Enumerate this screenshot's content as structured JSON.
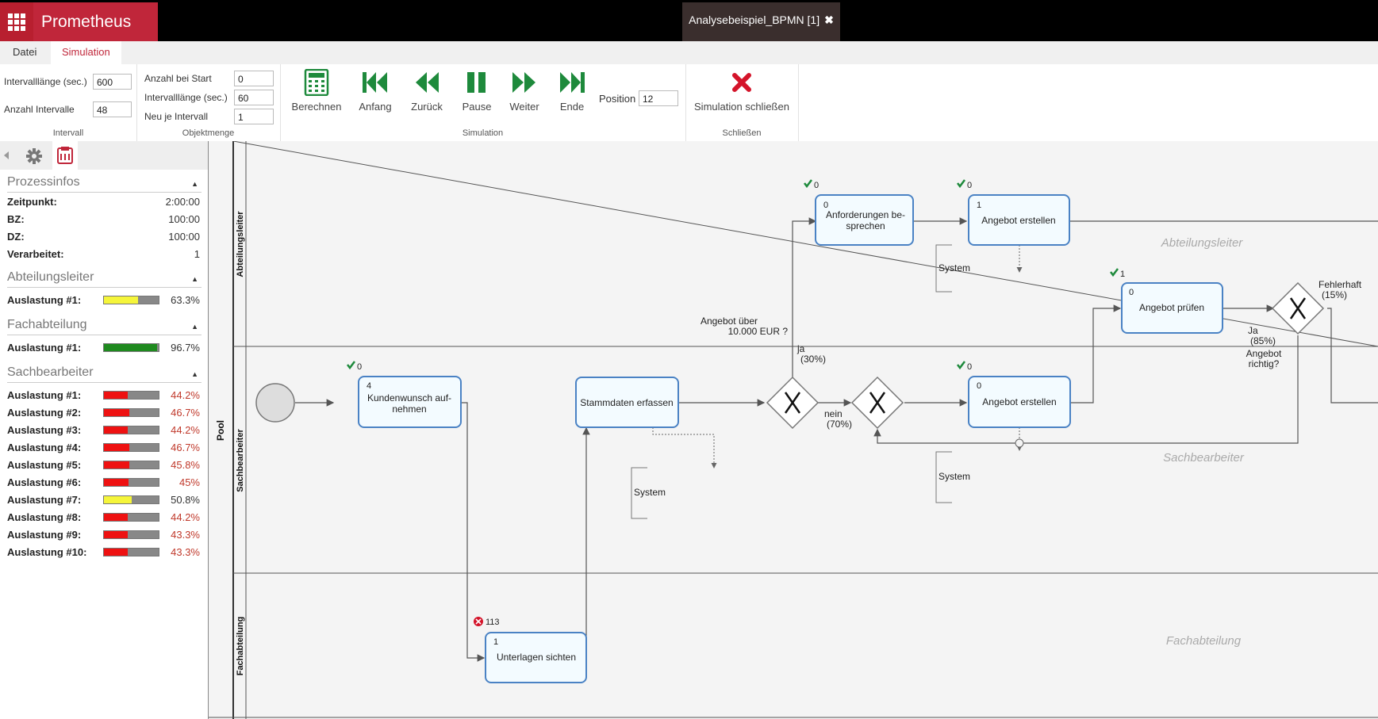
{
  "app": {
    "name": "Prometheus",
    "doc_tab": "Analysebeispiel_BPMN [1]",
    "close_glyph": "✖"
  },
  "menu": {
    "datei": "Datei",
    "simulation": "Simulation"
  },
  "ribbon": {
    "intervall": {
      "group": "Intervall",
      "len_label": "Intervalllänge (sec.)",
      "len_value": "600",
      "count_label": "Anzahl Intervalle",
      "count_value": "48"
    },
    "objektmenge": {
      "group": "Objektmenge",
      "start_label": "Anzahl bei Start",
      "start_value": "0",
      "len_label": "Intervalllänge (sec.)",
      "len_value": "60",
      "new_label": "Neu je Intervall",
      "new_value": "1"
    },
    "simulation": {
      "group": "Simulation",
      "berechnen": "Berechnen",
      "anfang": "Anfang",
      "zurueck": "Zurück",
      "pause": "Pause",
      "weiter": "Weiter",
      "ende": "Ende",
      "position_label": "Position",
      "position_value": "12"
    },
    "schliessen": {
      "group": "Schließen",
      "close_label": "Simulation schließen"
    }
  },
  "sidebar": {
    "prozessinfos": {
      "title": "Prozessinfos",
      "rows": [
        {
          "label": "Zeitpunkt:",
          "value": "2:00:00"
        },
        {
          "label": "BZ:",
          "value": "100:00"
        },
        {
          "label": "DZ:",
          "value": "100:00"
        },
        {
          "label": "Verarbeitet:",
          "value": "1"
        }
      ]
    },
    "abteilungsleiter": {
      "title": "Abteilungsleiter",
      "rows": [
        {
          "label": "Auslastung #1:",
          "value": "63.3%",
          "fill": 0.63,
          "color": "#f5f53a",
          "red": false
        }
      ]
    },
    "fachabteilung": {
      "title": "Fachabteilung",
      "rows": [
        {
          "label": "Auslastung #1:",
          "value": "96.7%",
          "fill": 0.97,
          "color": "#1f8a1f",
          "red": false
        }
      ]
    },
    "sachbearbeiter": {
      "title": "Sachbearbeiter",
      "rows": [
        {
          "label": "Auslastung #1:",
          "value": "44.2%",
          "fill": 0.44,
          "color": "#ee1111",
          "red": true
        },
        {
          "label": "Auslastung #2:",
          "value": "46.7%",
          "fill": 0.47,
          "color": "#ee1111",
          "red": true
        },
        {
          "label": "Auslastung #3:",
          "value": "44.2%",
          "fill": 0.44,
          "color": "#ee1111",
          "red": true
        },
        {
          "label": "Auslastung #4:",
          "value": "46.7%",
          "fill": 0.47,
          "color": "#ee1111",
          "red": true
        },
        {
          "label": "Auslastung #5:",
          "value": "45.8%",
          "fill": 0.46,
          "color": "#ee1111",
          "red": true
        },
        {
          "label": "Auslastung #6:",
          "value": "45%",
          "fill": 0.45,
          "color": "#ee1111",
          "red": true
        },
        {
          "label": "Auslastung #7:",
          "value": "50.8%",
          "fill": 0.51,
          "color": "#f5f53a",
          "red": false
        },
        {
          "label": "Auslastung #8:",
          "value": "44.2%",
          "fill": 0.44,
          "color": "#ee1111",
          "red": true
        },
        {
          "label": "Auslastung #9:",
          "value": "43.3%",
          "fill": 0.43,
          "color": "#ee1111",
          "red": true
        },
        {
          "label": "Auslastung #10:",
          "value": "43.3%",
          "fill": 0.43,
          "color": "#ee1111",
          "red": true
        }
      ]
    }
  },
  "diagram": {
    "pool": "Pool",
    "lanes": {
      "abteilungsleiter": "Abteilungsleiter",
      "sachbearbeiter": "Sachbearbeiter",
      "fachabteilung": "Fachabteilung"
    },
    "tasks": {
      "anforderungen": {
        "l1": "Anforderungen be-",
        "l2": "sprechen",
        "count": "0",
        "done": "0"
      },
      "angebot_erstellen_top": {
        "label": "Angebot erstellen",
        "count": "1",
        "done": "0"
      },
      "angebot_pruefen": {
        "label": "Angebot prüfen",
        "count": "0",
        "done": "1"
      },
      "kundenwunsch": {
        "l1": "Kundenwunsch auf-",
        "l2": "nehmen",
        "count": "4",
        "done": "0"
      },
      "stammdaten": {
        "label": "Stammdaten erfassen"
      },
      "angebot_erstellen_mid": {
        "label": "Angebot erstellen",
        "count": "0",
        "done": "0"
      },
      "unterlagen": {
        "label": "Unterlagen sichten",
        "count": "1",
        "err": "113"
      }
    },
    "annotations": {
      "system": "System"
    },
    "labels": {
      "angebot_ueber_1": "Angebot über",
      "angebot_ueber_2": "10.000 EUR ?",
      "ja30_1": "ja",
      "ja30_2": "(30%)",
      "nein70_1": "nein",
      "nein70_2": "(70%)",
      "fehlerhaft_1": "Fehlerhaft",
      "fehlerhaft_2": "(15%)",
      "ja85_1": "Ja",
      "ja85_2": "(85%)",
      "richtig_1": "Angebot",
      "richtig_2": "richtig?"
    }
  }
}
